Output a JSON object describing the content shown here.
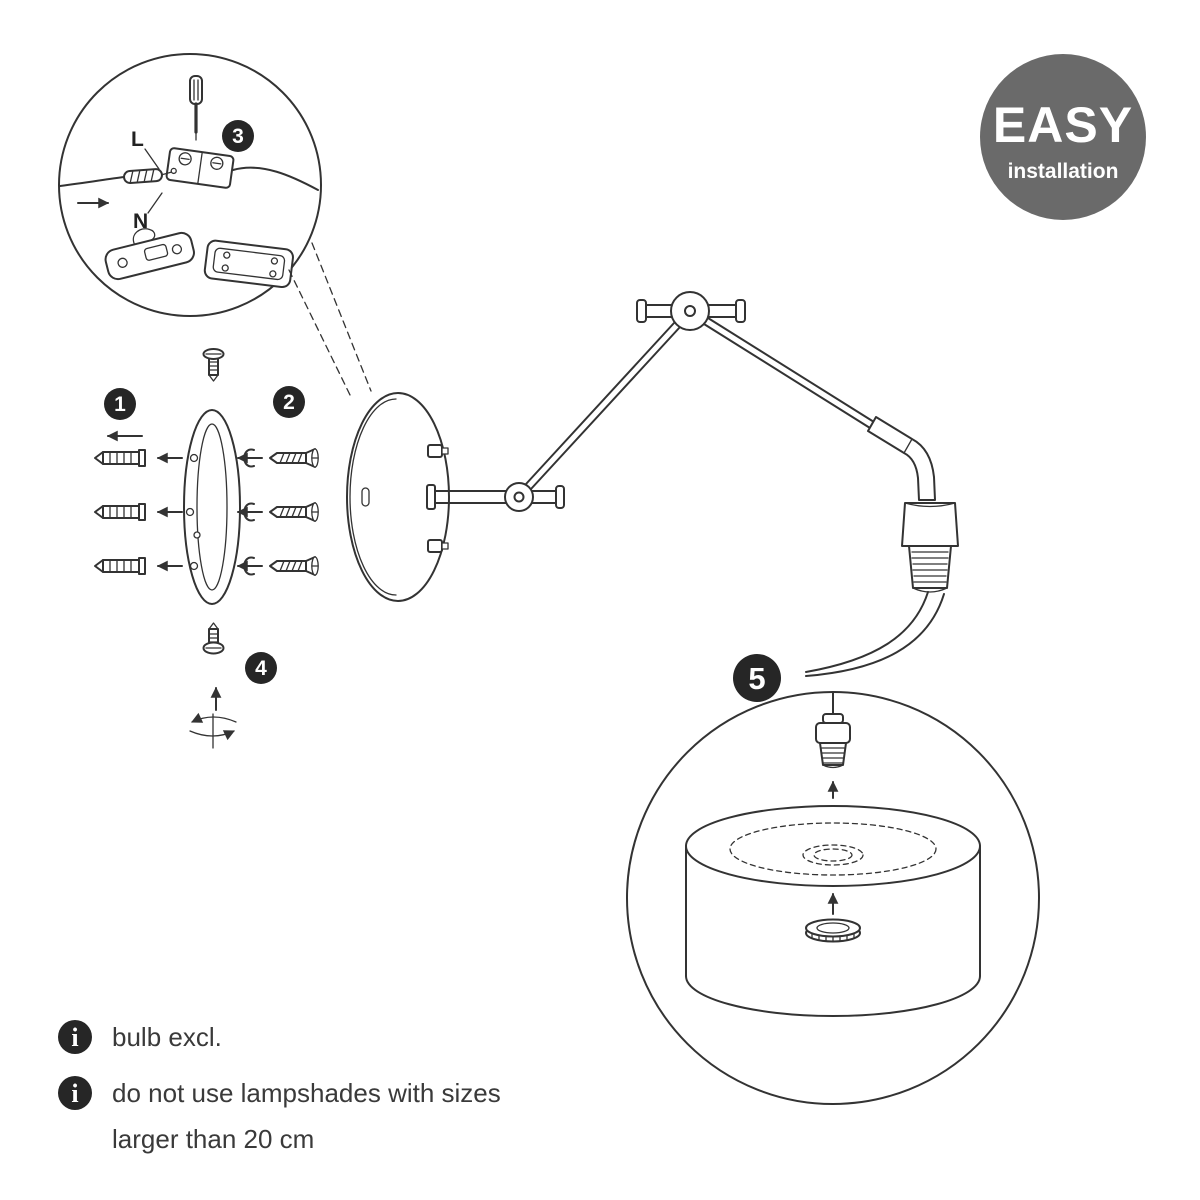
{
  "easy_badge": {
    "title": "EASY",
    "subtitle": "installation",
    "bg_color": "#6a6a6a",
    "text_color": "#ffffff"
  },
  "steps": {
    "s1": "1",
    "s2": "2",
    "s3": "3",
    "s4": "4",
    "s5": "5"
  },
  "wiring": {
    "live": "L",
    "neutral": "N"
  },
  "notes": {
    "info_glyph": "i",
    "bulb": "bulb excl.",
    "shade_line1": "do not use lampshades with sizes",
    "shade_line2": "larger than 20 cm"
  },
  "colors": {
    "line": "#333333",
    "badge_bg": "#262626",
    "badge_text": "#ffffff",
    "background": "#ffffff"
  }
}
